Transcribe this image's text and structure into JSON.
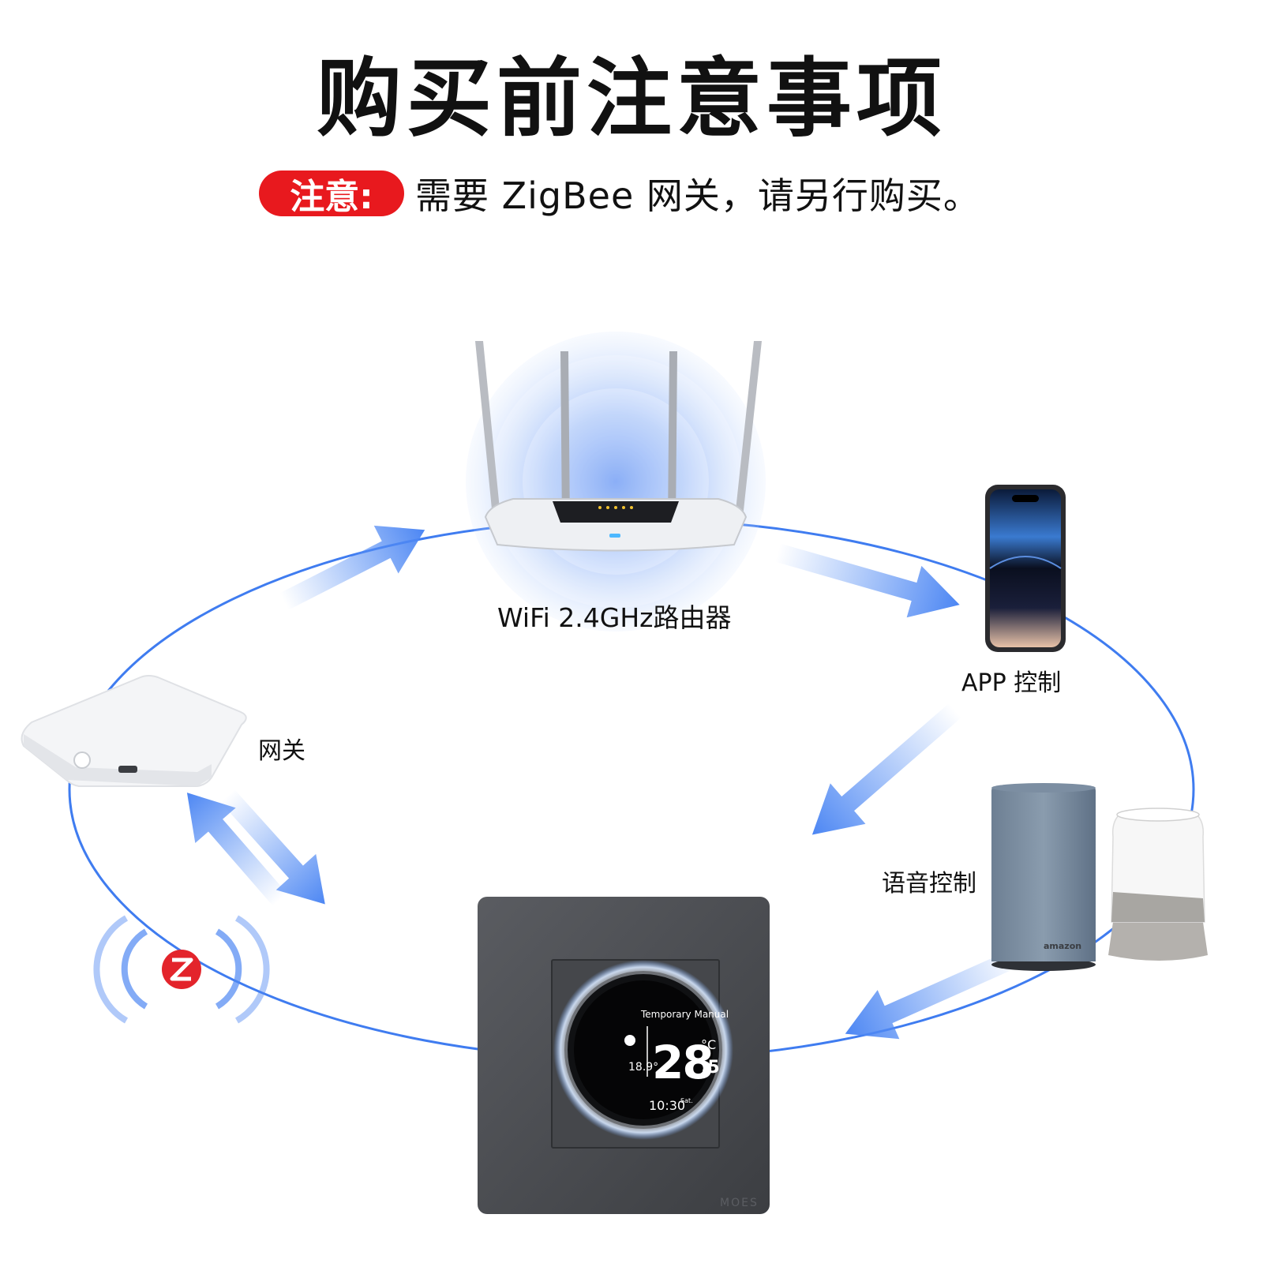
{
  "title": "购买前注意事项",
  "notice": {
    "badge": "注意:",
    "text": "需要 ZigBee 网关，请另行购买。"
  },
  "nodes": {
    "router": "WiFi 2.4GHz路由器",
    "app": "APP 控制",
    "gateway": "网关",
    "voice": "语音控制"
  },
  "thermostat": {
    "mode": "Temporary Manual",
    "temperature": "28",
    "temperature_decimal": ".5",
    "unit": "°C",
    "setpoint": "18.9°",
    "time": "10:30",
    "day": "Sat.",
    "brand": "MOES"
  },
  "speaker_brand": "amazon",
  "colors": {
    "accent_red": "#e8191e",
    "loop_blue": "#3f7cf0",
    "arrow_blue": "#5b93f5",
    "zigbee_red": "#e3242b",
    "panel_gray": "#4a4c50"
  },
  "icons": {
    "router": "wifi-router-icon",
    "phone": "smartphone-icon",
    "gateway": "zigbee-gateway-icon",
    "speaker": "smart-speaker-icon",
    "thermostat": "thermostat-icon",
    "zigbee": "zigbee-logo-icon"
  }
}
